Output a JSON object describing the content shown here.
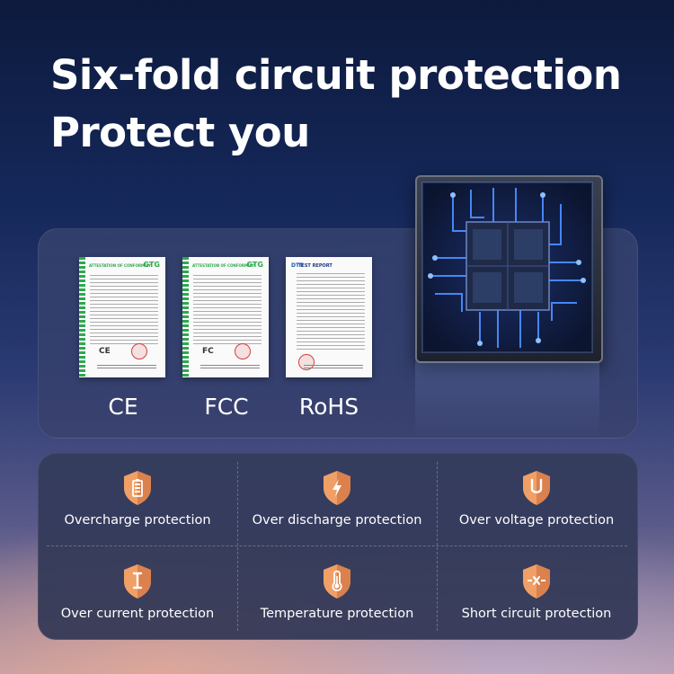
{
  "headline": {
    "line1": "Six-fold circuit protection",
    "line2": "Protect you"
  },
  "certificates": [
    {
      "label": "CE",
      "doc_title": "ATTESTATION OF CONFORMITY",
      "logo": "GTG",
      "mark": "CE"
    },
    {
      "label": "FCC",
      "doc_title": "ATTESTATION OF CONFORMITY",
      "logo": "GTG",
      "mark": "FC"
    },
    {
      "label": "RoHS",
      "doc_title": "TEST REPORT",
      "logo": "DTT",
      "mark": ""
    }
  ],
  "protections": [
    {
      "label": "Overcharge protection",
      "icon": "battery-icon"
    },
    {
      "label": "Over discharge protection",
      "icon": "lightning-icon"
    },
    {
      "label": "Over voltage protection",
      "icon": "u-icon"
    },
    {
      "label": "Over current protection",
      "icon": "i-icon"
    },
    {
      "label": "Temperature protection",
      "icon": "thermometer-icon"
    },
    {
      "label": "Short circuit protection",
      "icon": "short-circuit-icon"
    }
  ],
  "colors": {
    "shield_orange": "#f0a066",
    "shield_dark": "#c9683a",
    "chip_glow": "#4a8cff",
    "cert_green": "#2fa84f"
  }
}
